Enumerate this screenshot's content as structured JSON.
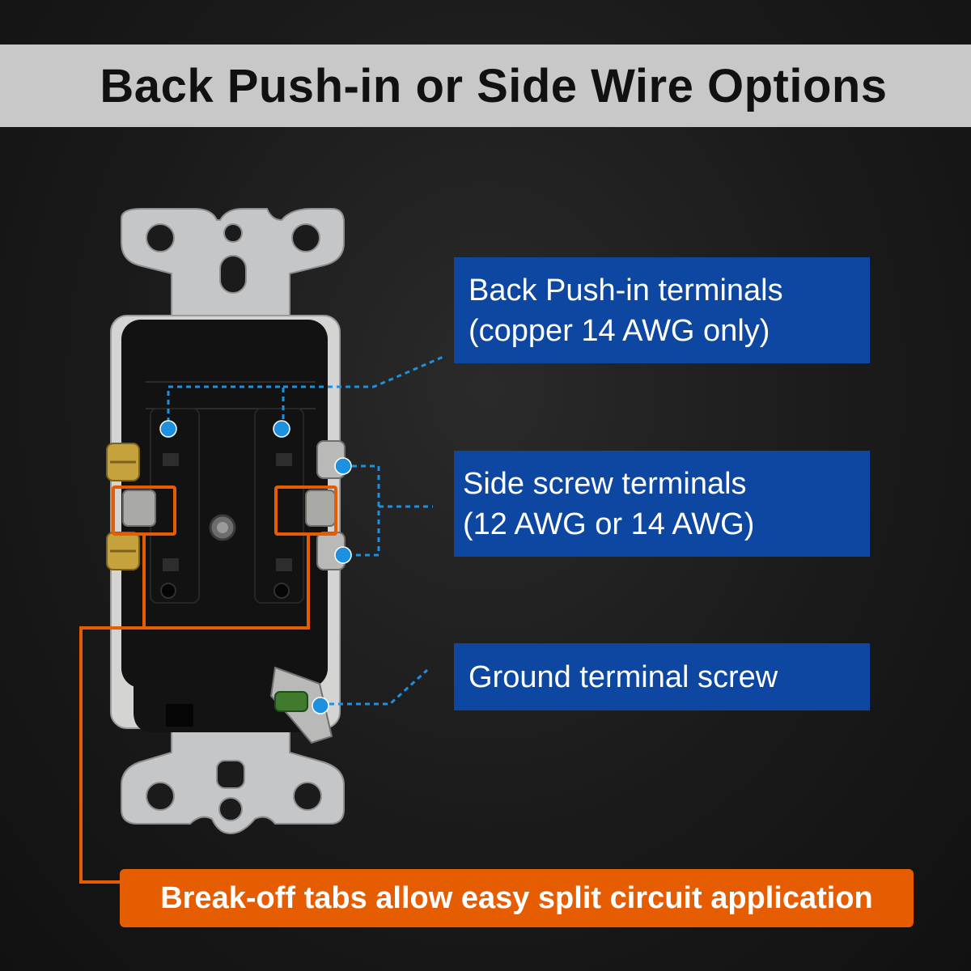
{
  "title": "Back Push-in or Side Wire Options",
  "callouts": {
    "push_in": {
      "line1": "Back Push-in terminals",
      "line2": "(copper 14 AWG only)"
    },
    "side_screw": {
      "line1": "Side screw terminals",
      "line2": "(12 AWG or 14 AWG)"
    },
    "ground": {
      "line1": "Ground terminal screw"
    }
  },
  "banner": "Break-off tabs allow easy split circuit application",
  "colors": {
    "callout_blue": "#0d47a1",
    "marker_blue": "#1e90e0",
    "accent_orange": "#e65c00",
    "title_bar": "#c8c8c8"
  }
}
